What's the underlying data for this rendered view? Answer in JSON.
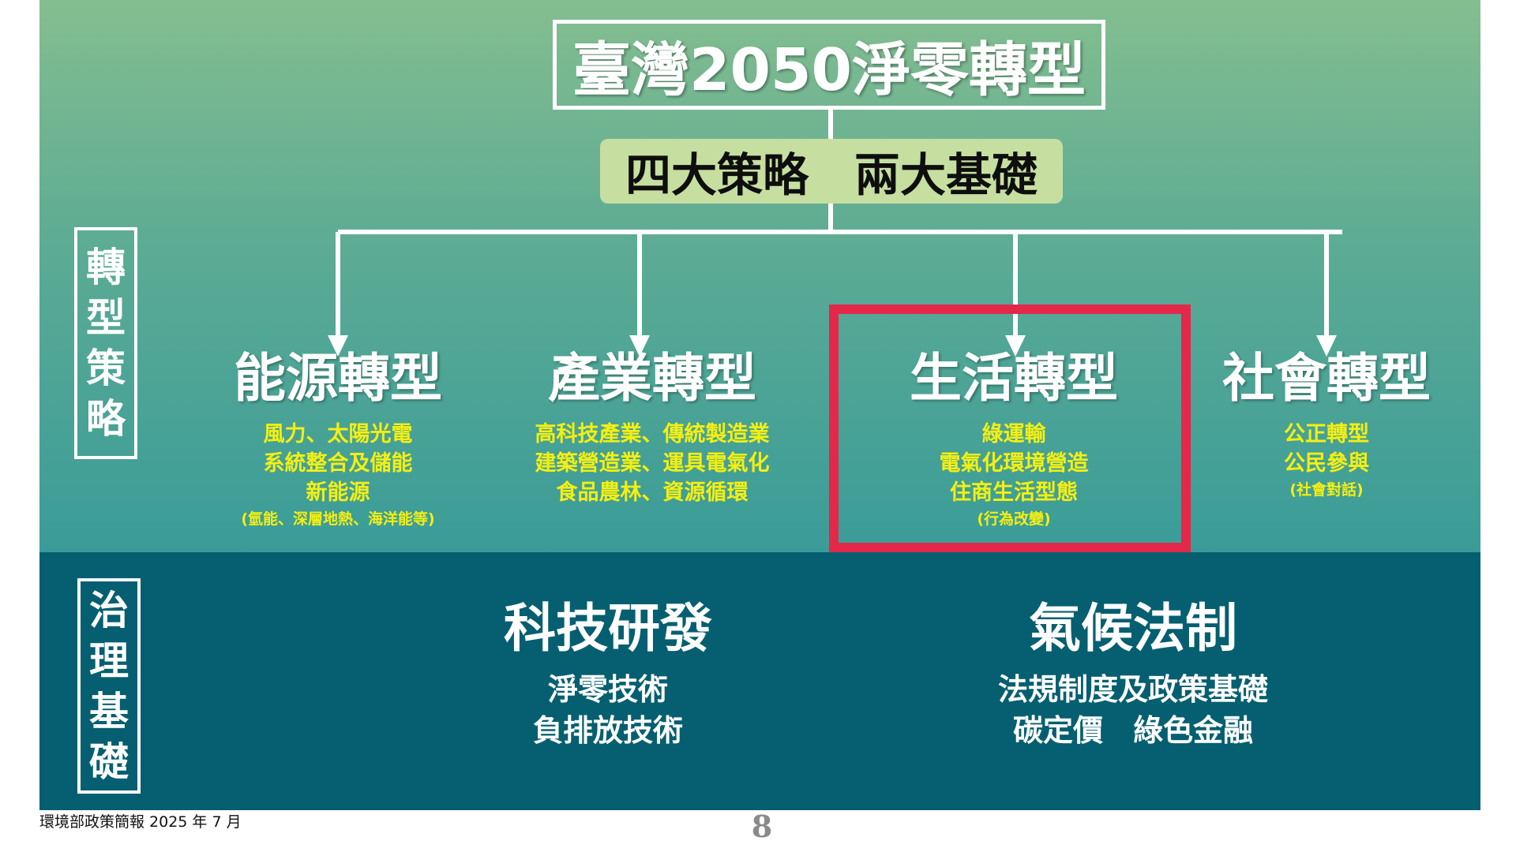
{
  "colors": {
    "upper_gradient_top": "#84be8f",
    "upper_gradient_bottom": "#3a9c98",
    "lower_band": "#055f70",
    "subtitle_pill": "#c6dfa1",
    "strategy_items": "#f4ef12",
    "highlight_border": "#e3284a"
  },
  "header": {
    "title": "臺灣2050淨零轉型",
    "subtitle_left": "四大策略",
    "subtitle_right": "兩大基礎"
  },
  "side_labels": {
    "strategy": [
      "轉",
      "型",
      "策",
      "略"
    ],
    "foundation": [
      "治",
      "理",
      "基",
      "礎"
    ]
  },
  "strategies": [
    {
      "name": "能源轉型",
      "items": [
        "風力、太陽光電",
        "系統整合及儲能",
        "新能源"
      ],
      "note": "(氫能、深層地熱、海洋能等)"
    },
    {
      "name": "產業轉型",
      "items": [
        "高科技產業、傳統製造業",
        "建築營造業、運具電氣化",
        "食品農林、資源循環"
      ],
      "note": ""
    },
    {
      "name": "生活轉型",
      "items": [
        "綠運輸",
        "電氣化環境營造",
        "住商生活型態"
      ],
      "note": "(行為改變)",
      "highlighted": true
    },
    {
      "name": "社會轉型",
      "items": [
        "公正轉型",
        "公民參與"
      ],
      "note": "(社會對話)"
    }
  ],
  "foundations": [
    {
      "name": "科技研發",
      "items": [
        "淨零技術",
        "負排放技術"
      ]
    },
    {
      "name": "氣候法制",
      "items": [
        "法規制度及政策基礎",
        "碳定價　綠色金融"
      ]
    }
  ],
  "footer": {
    "source": "環境部政策簡報 2025 年 7 月",
    "page_number": "8"
  }
}
